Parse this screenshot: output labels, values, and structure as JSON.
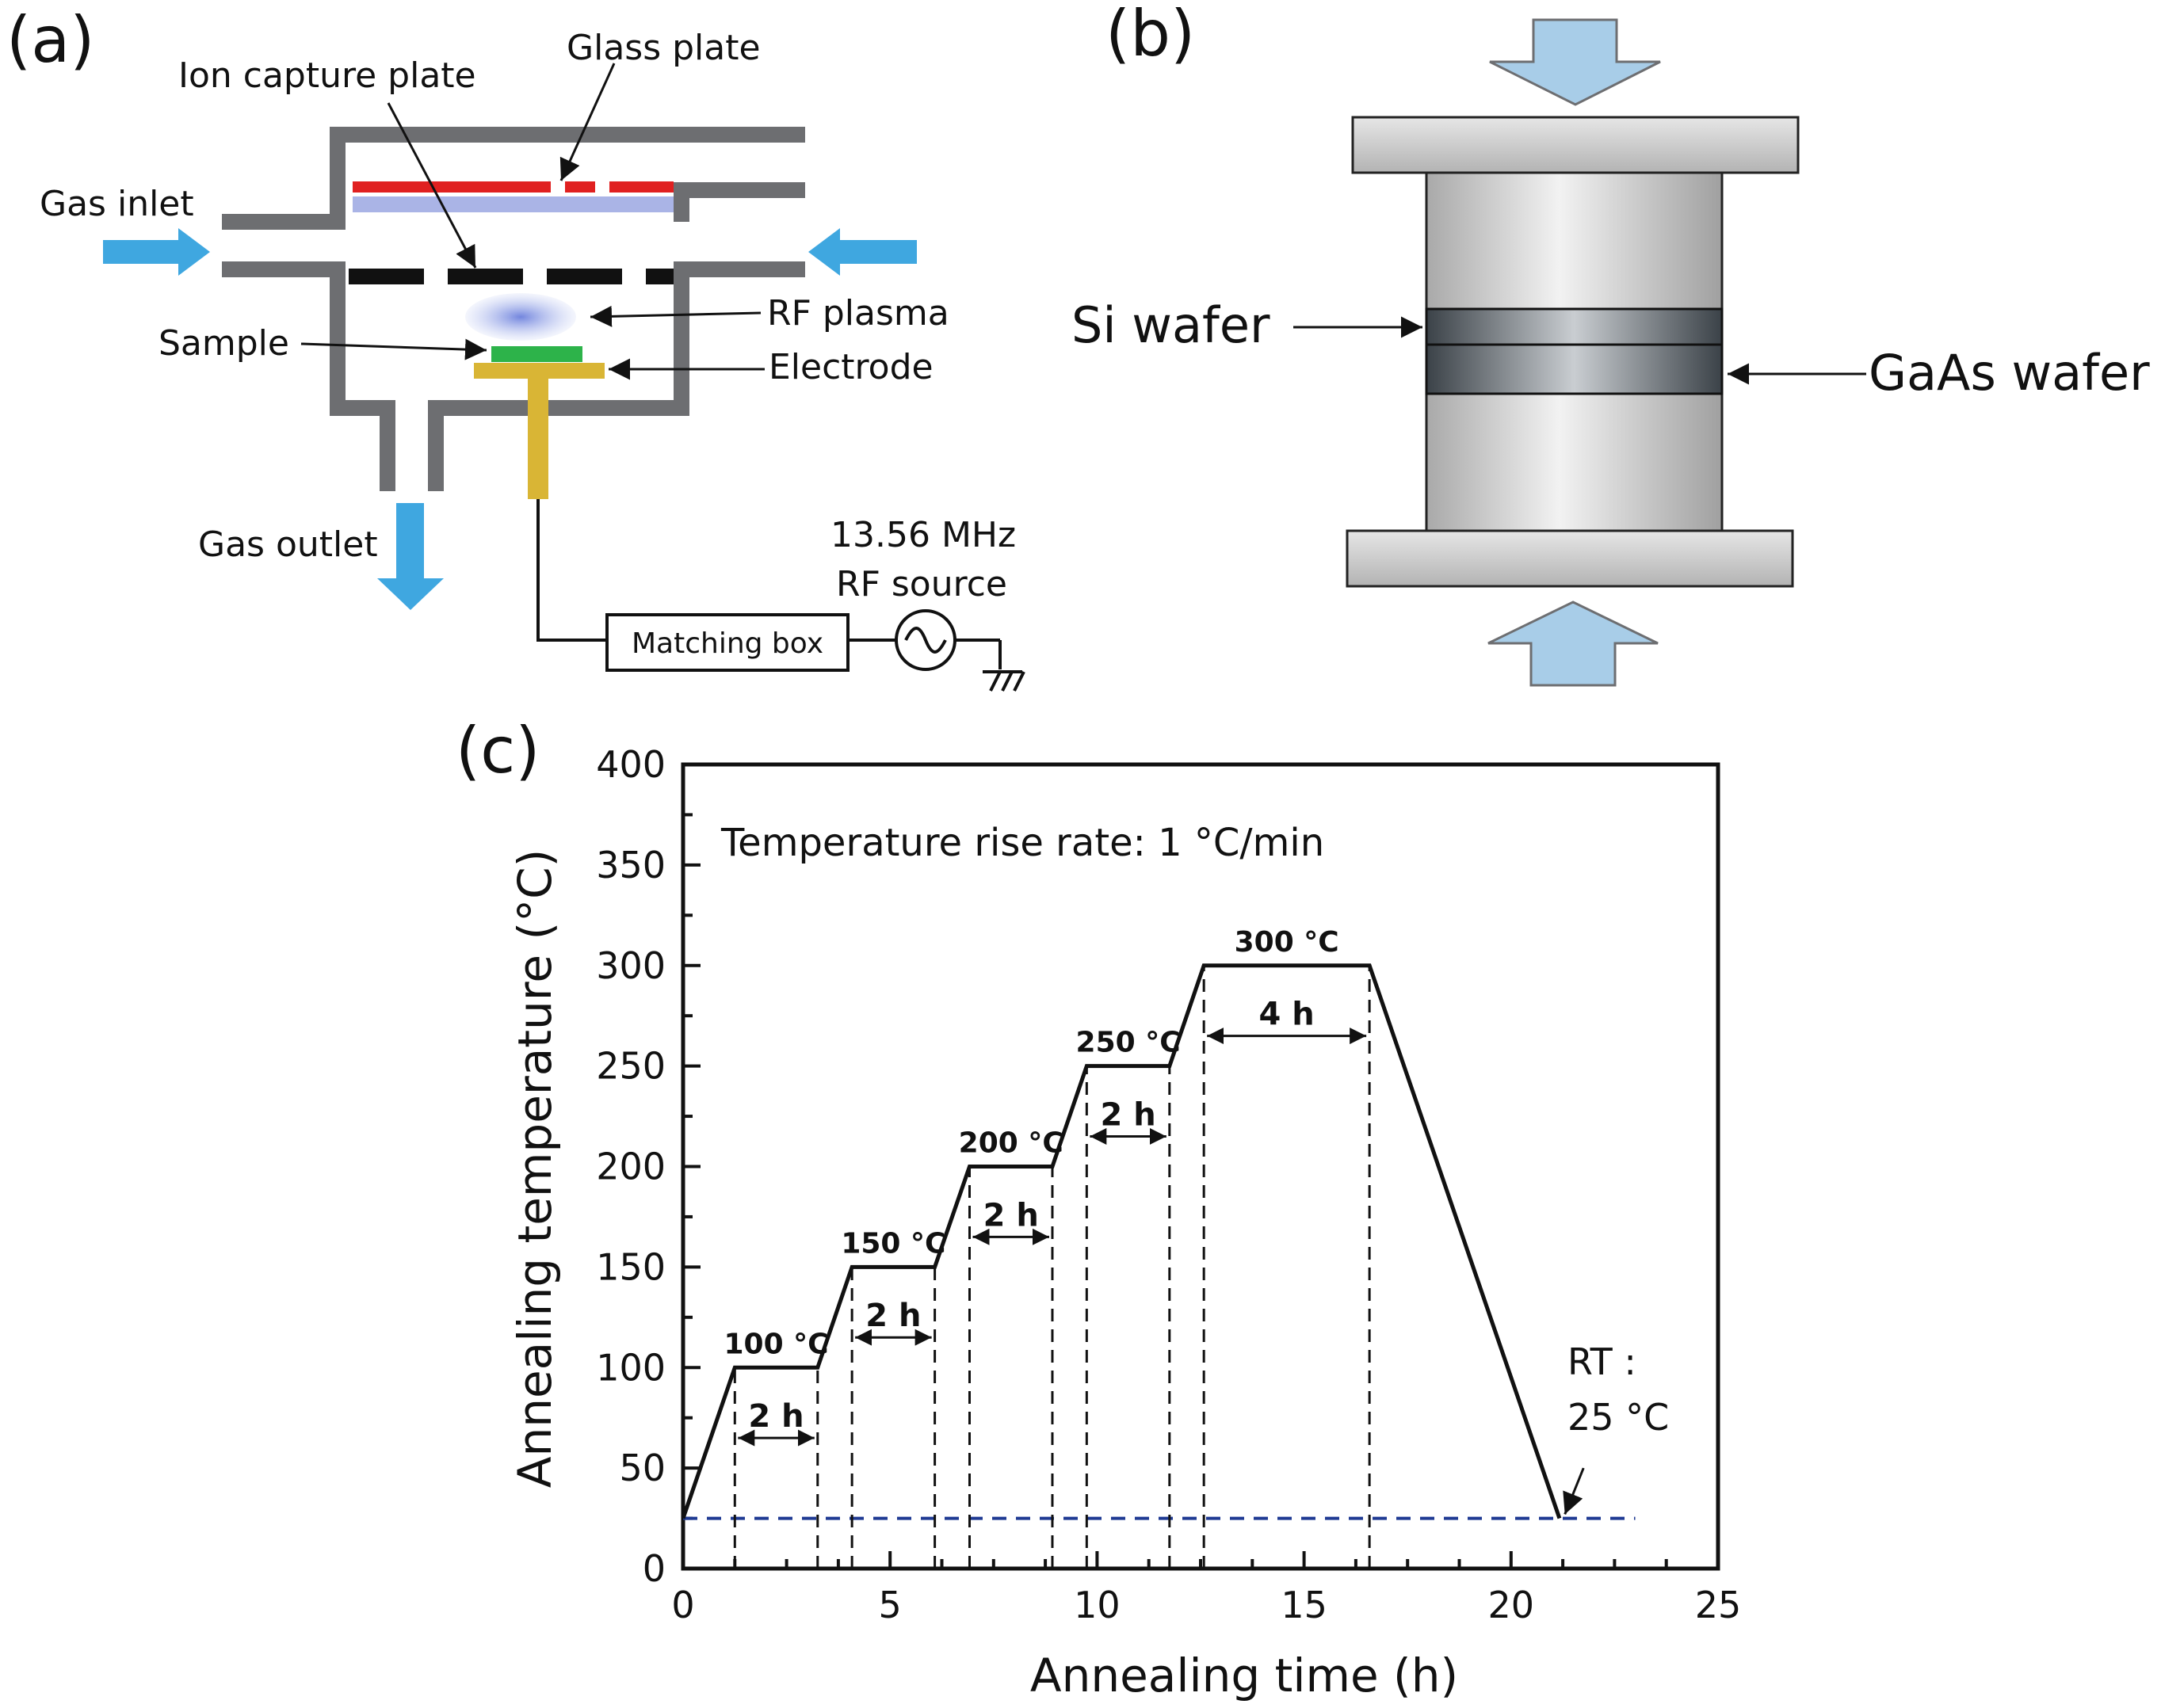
{
  "panels": {
    "a": "(a)",
    "b": "(b)",
    "c": "(c)"
  },
  "panel_a": {
    "ion_capture_plate": "Ion capture plate",
    "glass_plate": "Glass plate",
    "gas_inlet": "Gas inlet",
    "rf_plasma": "RF plasma",
    "sample": "Sample",
    "electrode": "Electrode",
    "gas_outlet": "Gas outlet",
    "rf_freq": "13.56 MHz",
    "rf_source": "RF source",
    "matching_box": "Matching box",
    "colors": {
      "glass_red": "#e02020",
      "glass_blue": "#aab4e6",
      "sample": "#2db34a",
      "electrode": "#d9b535",
      "arrow": "#3fa7e0",
      "chamber": "#6d6e71"
    }
  },
  "panel_b": {
    "si_wafer": "Si wafer",
    "gaas_wafer": "GaAs wafer",
    "colors": {
      "arrow_fill": "#a8cde8",
      "metal": "#d6d6d6"
    }
  },
  "chart_data": {
    "type": "line",
    "title": "",
    "annotation": "Temperature rise rate: 1 °C/min",
    "xlabel": "Annealing time (h)",
    "ylabel": "Annealing temperature (°C)",
    "xlim": [
      0,
      25
    ],
    "ylim": [
      0,
      400
    ],
    "xticks": [
      0,
      5,
      10,
      15,
      20,
      25
    ],
    "yticks": [
      0,
      50,
      100,
      150,
      200,
      250,
      300,
      350,
      400
    ],
    "series": [
      {
        "x": [
          0,
          1.25,
          3.25,
          4.08,
          6.08,
          6.92,
          8.92,
          9.75,
          11.75,
          12.58,
          16.58,
          21.17
        ],
        "y": [
          25,
          100,
          100,
          150,
          150,
          200,
          200,
          250,
          250,
          300,
          300,
          25
        ]
      }
    ],
    "reference_line": {
      "y": 25,
      "x": [
        0,
        23
      ],
      "color": "#1f3a93"
    },
    "step_labels": [
      {
        "text": "100 °C",
        "x": 2.25,
        "y": 100
      },
      {
        "text": "150 °C",
        "x": 5.08,
        "y": 150
      },
      {
        "text": "200 °C",
        "x": 7.92,
        "y": 200
      },
      {
        "text": "250 °C",
        "x": 10.75,
        "y": 250
      },
      {
        "text": "300 °C",
        "x": 14.58,
        "y": 300
      }
    ],
    "durations": [
      {
        "text": "2 h",
        "x0": 1.25,
        "x1": 3.25,
        "y": 65
      },
      {
        "text": "2 h",
        "x0": 4.08,
        "x1": 6.08,
        "y": 115
      },
      {
        "text": "2 h",
        "x0": 6.92,
        "x1": 8.92,
        "y": 165
      },
      {
        "text": "2 h",
        "x0": 9.75,
        "x1": 11.75,
        "y": 215
      },
      {
        "text": "4 h",
        "x0": 12.58,
        "x1": 16.58,
        "y": 265
      }
    ],
    "rt_label_line1": "RT :",
    "rt_label_line2": "25 °C"
  }
}
